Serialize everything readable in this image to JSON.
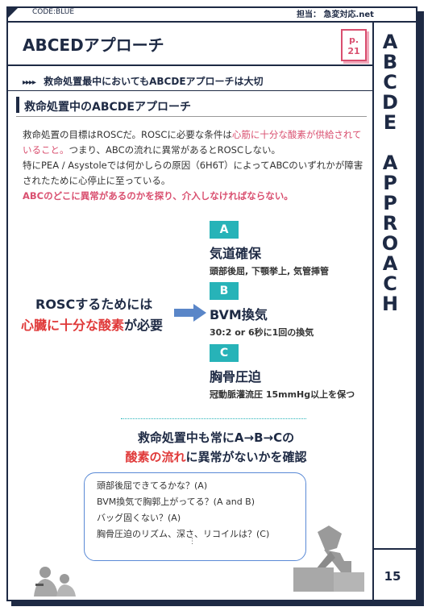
{
  "header": {
    "code": "CODE:BLUE",
    "author": "担当： 急変対応.net"
  },
  "page_badge": {
    "prefix": "p.",
    "number": "21"
  },
  "title": "ABCEDアプローチ",
  "side_title": [
    "A",
    "B",
    "C",
    "D",
    "E",
    " ",
    "A",
    "P",
    "P",
    "R",
    "O",
    "A",
    "C",
    "H"
  ],
  "page_number": "15",
  "subheading": {
    "arrows": "▸▸▸▸",
    "text": "救命処置最中においてもABCDEアプローチは大切"
  },
  "section_title": "救命処置中のABCDEアプローチ",
  "paragraph": {
    "p1": "救命処置の目標はROSCだ。ROSCに必要な条件は",
    "p1_pink": "心筋に十分な酸素が供給されていること。",
    "p2": "つまり、ABCの流れに異常があるとROSCしない。",
    "p3": "特にPEA / Asystoleでは何かしらの原因（6H6T）によってABCのいずれかが障害されたために心停止に至っている。",
    "p4_pink": "ABCのどこに異常があるのかを探り、介入しなければならない。"
  },
  "rosc": {
    "line1": "ROSCするためには",
    "line2_red": "心臓に十分な酸素",
    "line2_rest": "が必要"
  },
  "steps": [
    {
      "letter": "A",
      "title": "気道確保",
      "desc": "頭部後屈, 下顎挙上, 気管挿管"
    },
    {
      "letter": "B",
      "title": "BVM換気",
      "desc": "30:2 or 6秒に1回の換気"
    },
    {
      "letter": "C",
      "title": "胸骨圧迫",
      "desc": "冠動脈灌流圧 15mmHg以上を保つ"
    }
  ],
  "summary": {
    "line1": "救命処置中も常にA→B→Cの",
    "line2_red": "酸素の流れ",
    "line2_rest": "に異常がないかを確認"
  },
  "questions": [
    "頭部後屈できてるかな？(A)",
    "BVM換気で胸郭上がってる？(A and B)",
    "バッグ固くない？(A)",
    "胸骨圧迫のリズム、深さ、リコイルは？(C)"
  ],
  "questions_more": "⋮",
  "colors": {
    "navy": "#1e2a44",
    "teal": "#27b3b8",
    "pink": "#d94f6f",
    "red": "#e03a3a",
    "arrow_blue": "#5a86c8"
  },
  "icons": {
    "arrow": "right-arrow-icon",
    "cpr": "cpr-figure-icon",
    "doctor": "doctor-figure-icon"
  }
}
